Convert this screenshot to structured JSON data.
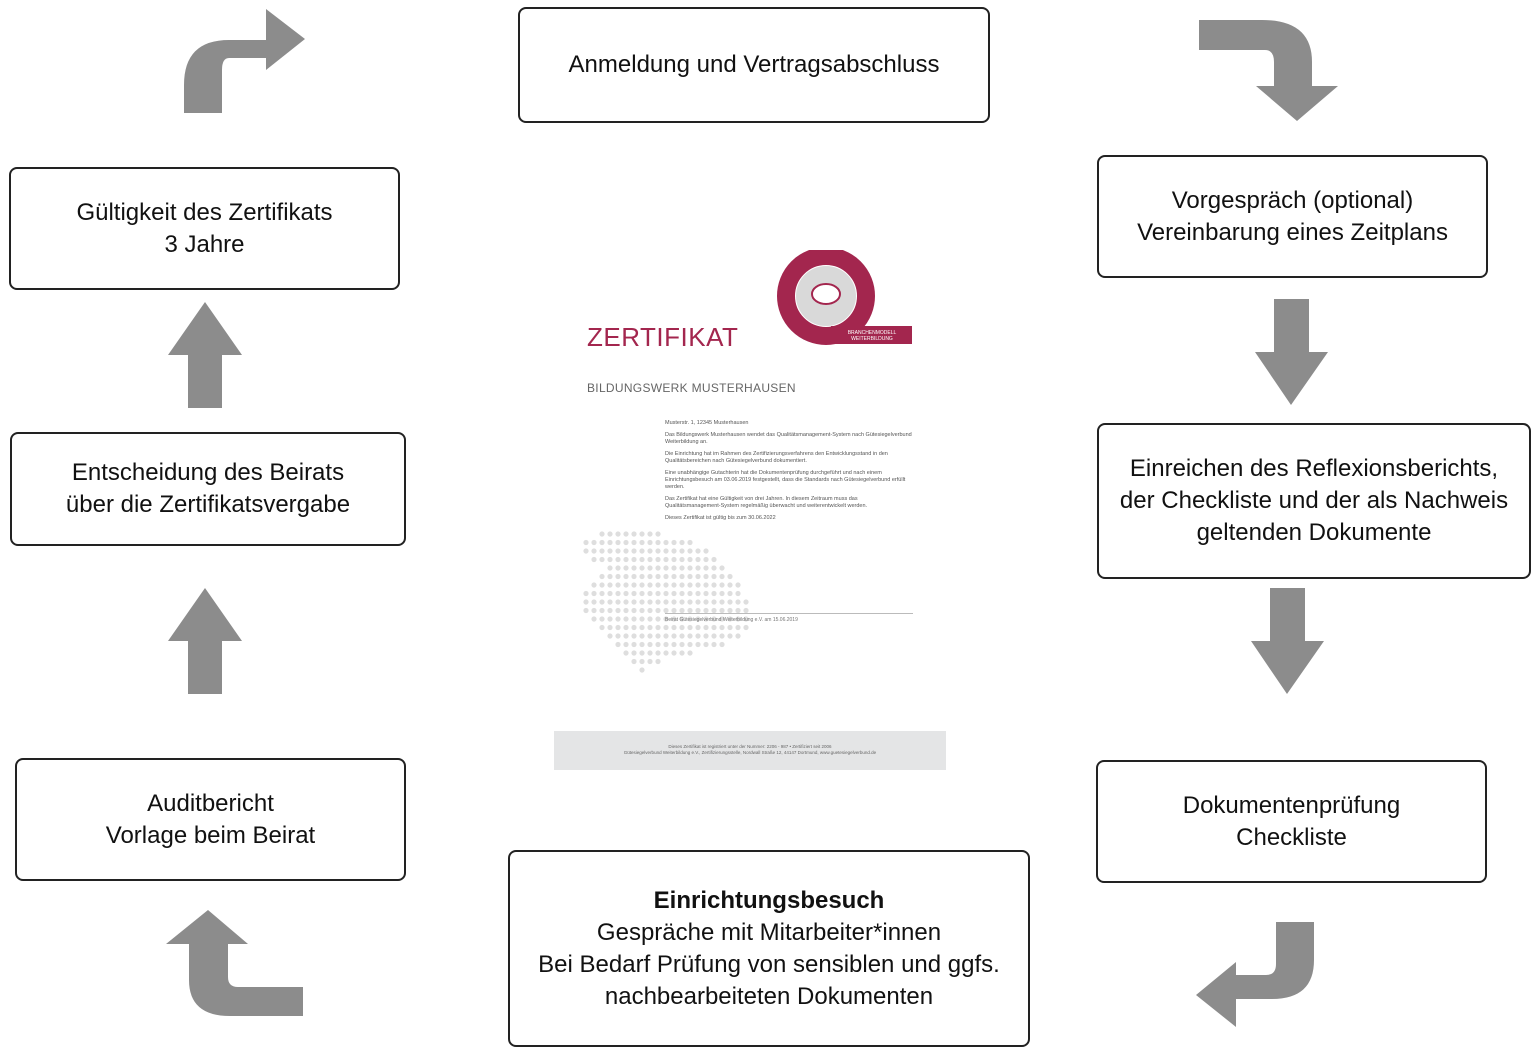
{
  "steps": {
    "anmeldung": {
      "line1": "Anmeldung und Vertragsabschluss"
    },
    "vorgespraech": {
      "line1": "Vorgespräch (optional)",
      "line2": "Vereinbarung eines Zeitplans"
    },
    "einreichen": {
      "line1": "Einreichen des Reflexionsberichts,",
      "line2": "der Checkliste und der als Nachweis",
      "line3": "geltenden Dokumente"
    },
    "dokumentenpruefung": {
      "line1": "Dokumentenprüfung",
      "line2": "Checkliste"
    },
    "einrichtungsbesuch": {
      "title": "Einrichtungsbesuch",
      "line1": "Gespräche mit Mitarbeiter*innen",
      "line2": "Bei Bedarf Prüfung von sensiblen und ggfs.",
      "line3": "nachbearbeiteten Dokumenten"
    },
    "auditbericht": {
      "line1": "Auditbericht",
      "line2": "Vorlage beim Beirat"
    },
    "entscheidung": {
      "line1": "Entscheidung des Beirats",
      "line2": "über die Zertifikatsvergabe"
    },
    "gueltigkeit": {
      "line1": "Gültigkeit des Zertifikats",
      "line2": "3 Jahre"
    }
  },
  "certificate": {
    "title": "ZERTIFIKAT",
    "organization": "BILDUNGSWERK MUSTERHAUSEN",
    "address": "Musterstr. 1, 12345 Musterhausen",
    "paragraph1": "Das Bildungswerk Musterhausen wendet das Qualitätsmanagement-System nach Gütesiegelverbund Weiterbildung an.",
    "paragraph2": "Die Einrichtung hat im Rahmen des Zertifizierungsverfahrens den Entwicklungsstand in den Qualitätsbereichen nach Gütesiegelverbund dokumentiert.",
    "paragraph3": "Eine unabhängige Gutachterin hat die Dokumentenprüfung durchgeführt und nach einem Einrichtungsbesuch am 03.06.2019 festgestellt, dass die Standards nach Gütesiegelverbund erfüllt werden.",
    "paragraph4": "Das Zertifikat hat eine Gültigkeit von drei Jahren. In diesem Zeitraum muss das Qualitätsmanagement-System regelmäßig überwacht und weiterentwickelt werden.",
    "paragraph5": "Dieses Zertifikat ist gültig bis zum 30.06.2022",
    "signature": "Beirat Gütesiegelverbund Weiterbildung e.V. am 15.06.2019",
    "footer_line1": "Dieses Zertifikat ist registriert unter der Nummer: 2206 - 987 • Zertifiziert seit 2006",
    "footer_line2": "Gütesiegelverbund Weiterbildung e.V., Zertifizierungsstelle, Nordwall Straße 12, 44147 Dortmund, www.guetesiegelverbund.de",
    "logo_text1": "BRANCHENMODELL",
    "logo_text2": "WEITERBILDUNG"
  },
  "colors": {
    "arrow": "#8c8c8c",
    "accent": "#a3264e",
    "border": "#222222"
  }
}
